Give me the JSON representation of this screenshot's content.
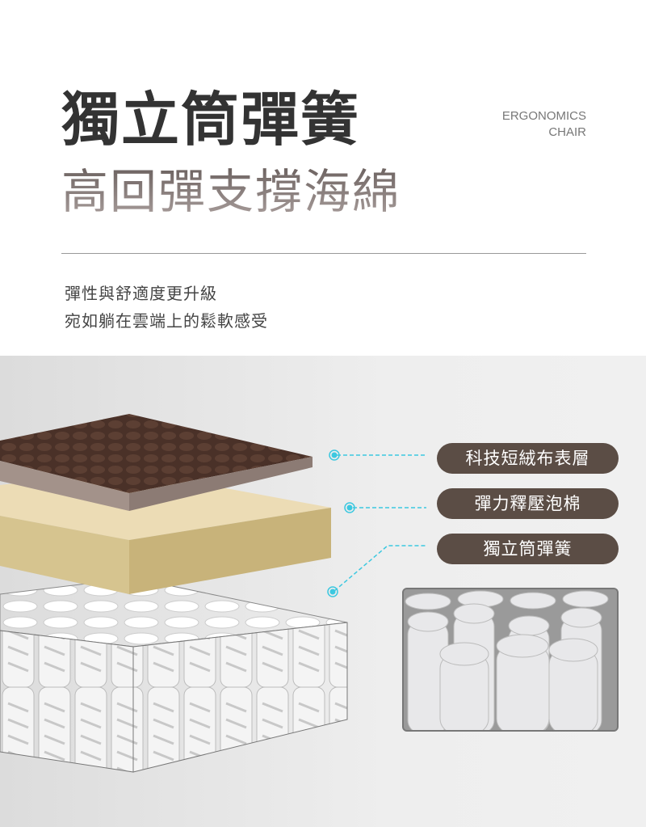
{
  "header": {
    "title": "獨立筒彈簧",
    "subtitle": "高回彈支撐海綿",
    "brand_line1": "ERGONOMICS",
    "brand_line2": "CHAIR"
  },
  "description": {
    "line1": "彈性與舒適度更升級",
    "line2": "宛如躺在雲端上的鬆軟感受"
  },
  "layers": [
    {
      "label": "科技短絨布表層"
    },
    {
      "label": "彈力釋壓泡棉"
    },
    {
      "label": "獨立筒彈簧"
    }
  ],
  "colors": {
    "pill": "#5b4d45",
    "leader": "#3cc8e0",
    "leather": "#4a3128",
    "foam": "#e6d3a6",
    "title": "#333333"
  }
}
